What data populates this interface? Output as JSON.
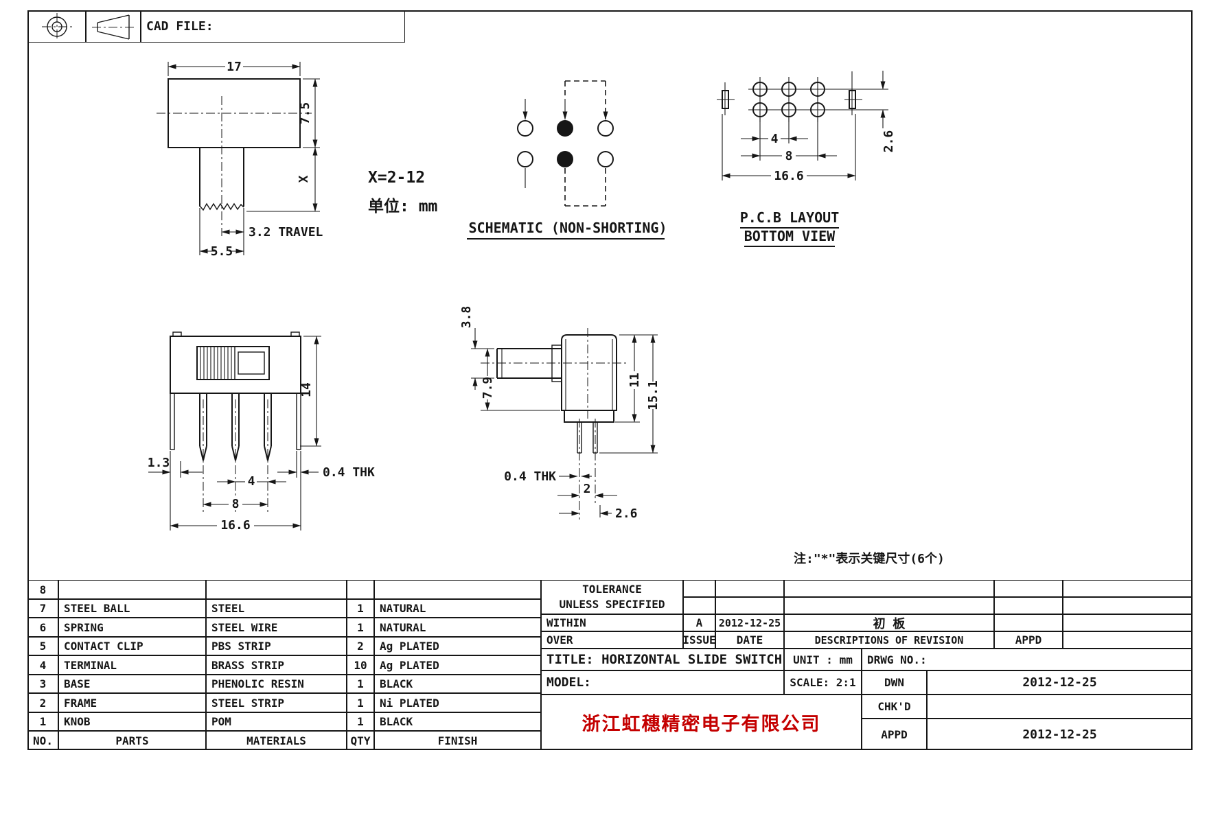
{
  "sheet": {
    "cad_file_label": "CAD FILE:"
  },
  "front_view": {
    "dim_width": "17",
    "dim_height": "7.5",
    "dim_stem": "X",
    "dim_travel": "3.2 TRAVEL",
    "dim_stem_width": "5.5",
    "note_x_range": "X=2-12",
    "note_unit": "单位: mm"
  },
  "schematic_view": {
    "caption": "SCHEMATIC (NON-SHORTING)"
  },
  "pcb_view": {
    "caption_line1": "P.C.B LAYOUT",
    "caption_line2": "BOTTOM VIEW",
    "dim_pitch": "4",
    "dim_outer_pitch": "8",
    "dim_overall": "16.6",
    "dim_row_pitch": "2.6"
  },
  "pin_view": {
    "dim_height": "14",
    "dim_tab": "1.3",
    "dim_pitch": "4",
    "dim_outer_pitch": "8",
    "dim_overall": "16.6",
    "dim_thickness": "0.4 THK"
  },
  "side_view": {
    "dim_stem_dia": "3.8",
    "dim_stem_height": "7.9",
    "dim_body_height": "11",
    "dim_total_height": "15.1",
    "dim_thickness": "0.4 THK",
    "dim_pin_gap": "2",
    "dim_row_pitch": "2.6"
  },
  "notes": {
    "key_dims": "注:\"*\"表示关键尺寸(6个)"
  },
  "parts_table": {
    "headers": {
      "no": "NO.",
      "parts": "PARTS",
      "materials": "MATERIALS",
      "qty": "QTY",
      "finish": "FINISH"
    },
    "rows": [
      {
        "no": "8",
        "parts": "",
        "materials": "",
        "qty": "",
        "finish": ""
      },
      {
        "no": "7",
        "parts": "STEEL BALL",
        "materials": "STEEL",
        "qty": "1",
        "finish": "NATURAL"
      },
      {
        "no": "6",
        "parts": "SPRING",
        "materials": "STEEL WIRE",
        "qty": "1",
        "finish": "NATURAL"
      },
      {
        "no": "5",
        "parts": "CONTACT CLIP",
        "materials": "PBS STRIP",
        "qty": "2",
        "finish": "Ag PLATED"
      },
      {
        "no": "4",
        "parts": "TERMINAL",
        "materials": "BRASS STRIP",
        "qty": "10",
        "finish": "Ag PLATED"
      },
      {
        "no": "3",
        "parts": "BASE",
        "materials": "PHENOLIC RESIN",
        "qty": "1",
        "finish": "BLACK"
      },
      {
        "no": "2",
        "parts": "FRAME",
        "materials": "STEEL STRIP",
        "qty": "1",
        "finish": "Ni PLATED"
      },
      {
        "no": "1",
        "parts": "KNOB",
        "materials": "POM",
        "qty": "1",
        "finish": "BLACK"
      }
    ]
  },
  "title_block": {
    "tolerance_line1": "TOLERANCE",
    "tolerance_line2": "UNLESS  SPECIFIED",
    "within_label": "WITHIN",
    "over_label": "OVER",
    "issue_value": "A",
    "issue_label": "ISSUE",
    "date_value": "2012-12-25",
    "date_label": "DATE",
    "revision_value": "初 板",
    "revision_label": "DESCRIPTIONS OF REVISION",
    "appd_header_label": "APPD",
    "title": "TITLE: HORIZONTAL SLIDE SWITCH",
    "unit_label": "UNIT : mm",
    "drwg_no_label": "DRWG NO.:",
    "model_label": "MODEL:",
    "scale_label": "SCALE: 2:1",
    "dwn_label": "DWN",
    "dwn_date": "2012-12-25",
    "chkd_label": "CHK'D",
    "appd_label": "APPD",
    "appd_date": "2012-12-25",
    "company": "浙江虹穗精密电子有限公司"
  },
  "colors": {
    "ink": "#161616",
    "company_red": "#c40000"
  }
}
